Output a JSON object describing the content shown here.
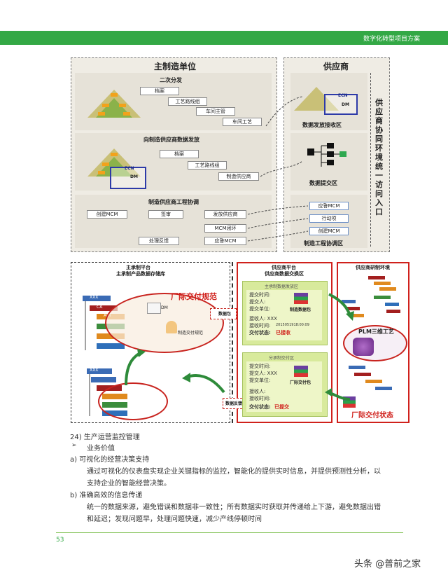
{
  "header": {
    "title": "数字化转型项目方案"
  },
  "top_diagram": {
    "left_title": "主制造单位",
    "right_title": "供应商",
    "sec1": {
      "title": "二次分发",
      "steps": [
        "档案",
        "工艺路线组",
        "车间主管",
        "车间工艺"
      ]
    },
    "sec2": {
      "title": "向制造供应商数据发放",
      "steps": [
        "档案",
        "工艺路线组",
        "制造供应商"
      ],
      "ecn": "ECN",
      "dm": "DM"
    },
    "sec3": {
      "title": "制造供应商工程协调",
      "left_boxes": [
        "创建MCM",
        "签审",
        "发放供应商"
      ],
      "mid_box": "MCM闭环",
      "bottom_left": "处理反馈",
      "bottom_right": "应答MCM"
    },
    "right_sec1": {
      "label": "数据发放接收区",
      "ecn": "ECN",
      "dm": "DM"
    },
    "right_sec2": {
      "label": "数据提交区"
    },
    "right_sec3": {
      "label": "制造工程协调区",
      "boxes": [
        "应答MCM",
        "行动项",
        "创建MCM"
      ]
    },
    "vertical_label": "供应商协同环境统一访问入口"
  },
  "bottom_diagram": {
    "left_title1": "主承制平台",
    "left_title2": "主承制产品数据存储库",
    "mid_title1": "供应商平台",
    "mid_title2": "供应商数据交换区",
    "right_title": "供应商研制环境",
    "red_label_top": "厂际交付规范",
    "red_label_bottom": "厂际交付状态",
    "dm_label": "DM",
    "deliver_label": "制造交付规范",
    "data_pkg": "数据包",
    "data_feedback": "数据反馈",
    "upper_area": {
      "title": "主承制数据发放区",
      "lines": [
        "提交时间:",
        "提交人:",
        "提交单位:"
      ],
      "pkg": "制造数据包",
      "receiver": "接收人: XXX",
      "time_label": "接收时间:",
      "time": "2015051918:00:09",
      "status_label": "交付状态:",
      "status": "已接收"
    },
    "lower_area": {
      "title": "分承制交付区",
      "lines": [
        "提交时间:",
        "提交人: XXX",
        "提交单位:"
      ],
      "pkg": "厂际交付包",
      "receiver": "接收人:",
      "time_label": "接收时间:",
      "status_label": "交付状态:",
      "status": "已提交"
    },
    "plm": "PLM三维工艺",
    "tree_labels": [
      "XXX",
      "CA",
      "AOI",
      "AOI",
      "XXX"
    ]
  },
  "body": {
    "heading": "24)  生产运营监控管理",
    "bullet": "业务价值",
    "a_title": "a)   可视化的经营决策支持",
    "a_text1": "通过可视化的仪表盘实现企业关键指标的监控，智能化的提供实时信息，并提供预测性分析，以",
    "a_text2": "支持企业的智能经营决策。",
    "b_title": "b)   准确高效的信息传递",
    "b_text1": "统一的数据来源，避免错误和数据非一致性；所有数据实时获取并传递给上下游，避免数据出错",
    "b_text2": "和延迟；发现问题早，处理问题快速，减少产线停顿时间"
  },
  "page_number": "53",
  "watermark": "头条 @普前之家",
  "colors": {
    "brand_green": "#33a845",
    "red": "#d0211c"
  }
}
